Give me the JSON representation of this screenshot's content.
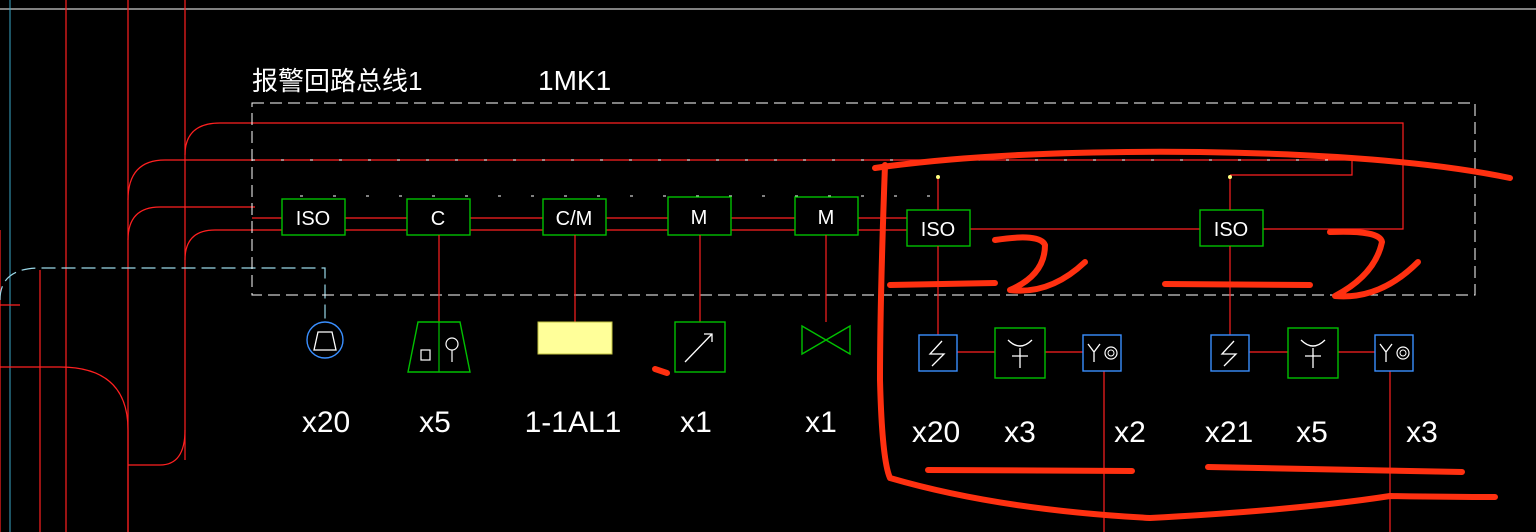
{
  "title": "报警回路总线1",
  "module_id": "1MK1",
  "modules": [
    "ISO",
    "C",
    "C/M",
    "M",
    "M",
    "ISO",
    "ISO"
  ],
  "device_counts": [
    "x20",
    "x5",
    "1-1AL1",
    "x1",
    "x1"
  ],
  "group1_counts": [
    "x20",
    "x3",
    "x2"
  ],
  "group2_counts": [
    "x21",
    "x5",
    "x3"
  ],
  "colors": {
    "background": "#000000",
    "wire": "#ff2020",
    "module_box": "#00c000",
    "device_blue": "#3a8fff",
    "cyan": "#9ad8e8",
    "annotation": "#ff3010",
    "dashed_frame": "#ffffff",
    "panel_fill": "#ffff99"
  },
  "icons": [
    "sounder-icon",
    "manual-call-point-icon",
    "alarm-panel-icon",
    "flow-switch-icon",
    "signal-valve-icon",
    "smoke-detector-icon",
    "hydrant-button-icon",
    "heat-smoke-detector-icon"
  ]
}
